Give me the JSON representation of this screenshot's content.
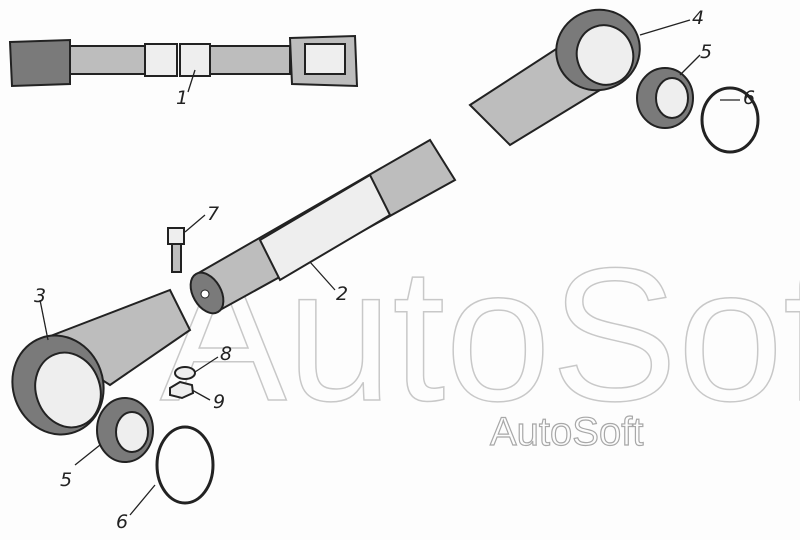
{
  "diagram": {
    "watermark_large": "AutoSoft",
    "watermark_small": "AutoSoft",
    "callouts": {
      "shaft": "1",
      "tube": "2",
      "left_housing": "3",
      "right_housing": "4",
      "bearing_right": "5",
      "ring_right": "6",
      "bolt": "7",
      "washer": "8",
      "nut": "9",
      "bearing_left": "5",
      "ring_left": "6"
    }
  }
}
